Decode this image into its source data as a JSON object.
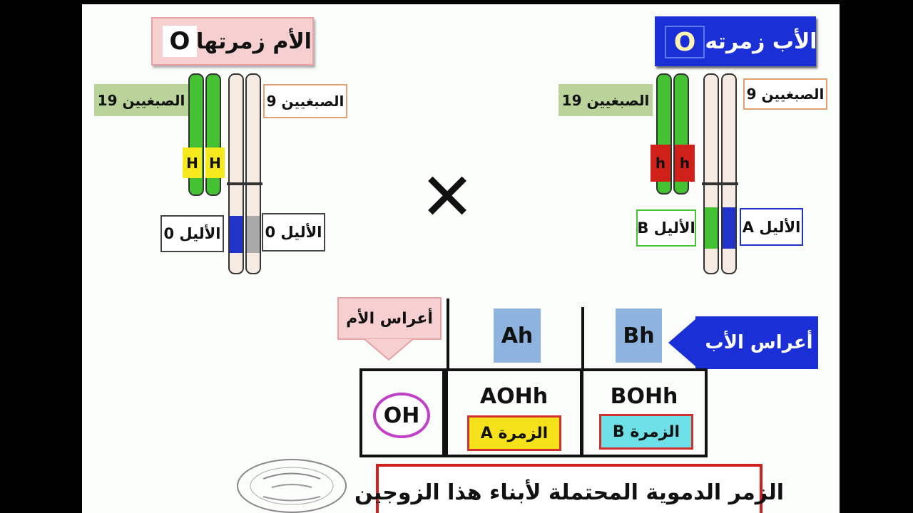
{
  "mother": {
    "title": "الأم زمرتها",
    "group": "O",
    "chr19_label": "الصبغيين 19",
    "chr9_label": "الصبغيين 9",
    "allele_left": "الأليل 0",
    "allele_right": "الأليل 0",
    "gene1": "H",
    "gene2": "H"
  },
  "father": {
    "title": "الأب زمرته",
    "group": "O",
    "chr19_label": "الصبغيين 19",
    "chr9_label": "الصبغيين 9",
    "allele_left": "الأليل B",
    "allele_right": "الأليل A",
    "gene1": "h",
    "gene2": "h"
  },
  "cross_symbol": "✕",
  "gametes": {
    "mother_label": "أعراس الأم",
    "father_label": "أعراس الأب",
    "father_gamete_1": "Ah",
    "father_gamete_2": "Bh",
    "mother_gamete": "OH"
  },
  "offspring": [
    {
      "genotype": "AOHh",
      "group_label": "الزمرة A"
    },
    {
      "genotype": "BOHh",
      "group_label": "الزمرة B"
    }
  ],
  "caption": "الزمر الدموية المحتملة لأبناء هذا الزوجين",
  "colors": {
    "mother_title_bg": "#f6cfd0",
    "father_title_bg": "#1a2fd6",
    "chr19_label_bg": "#b9d39a",
    "green": "#44c234",
    "yellow": "#f5e81c",
    "red": "#d0201a",
    "blue": "#2233c8",
    "gray": "#a9a9a9",
    "gamete_box_bg": "#8fb3df",
    "group_a_bg": "#f6e21a",
    "group_b_bg": "#6fe0e8",
    "caption_border": "#d02020"
  }
}
